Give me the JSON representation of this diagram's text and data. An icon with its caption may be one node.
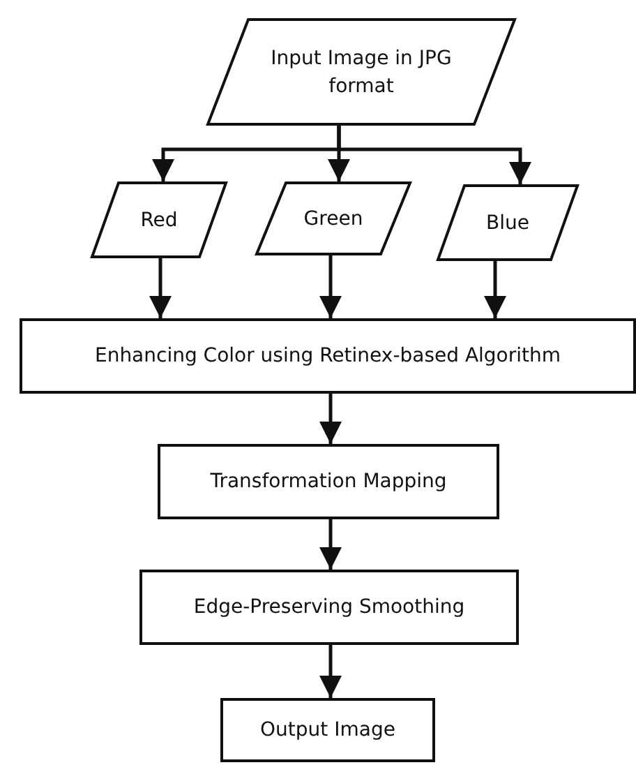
{
  "diagram": {
    "nodes": [
      {
        "text": [
          "Input Image in JPG format"
        ]
      },
      {
        "text": [
          "Red"
        ]
      },
      {
        "text": [
          "Green"
        ]
      },
      {
        "text": [
          "Blue"
        ]
      },
      {
        "text": [
          "Enhancing Color using Retinex-based Algorithm"
        ]
      },
      {
        "text": [
          "Transformation Mapping"
        ]
      },
      {
        "text": [
          "Edge-Preserving Smoothing"
        ]
      },
      {
        "text": [
          "Output Image"
        ]
      }
    ],
    "edges": [
      {
        "from": 0,
        "to": 1,
        "arrow": "to"
      },
      {
        "from": 0,
        "to": 2,
        "arrow": "to"
      },
      {
        "from": 0,
        "to": 3,
        "arrow": "to"
      },
      {
        "from": 1,
        "to": 4,
        "arrow": "to"
      },
      {
        "from": 2,
        "to": 4,
        "arrow": "to"
      },
      {
        "from": 3,
        "to": 4,
        "arrow": "to"
      },
      {
        "from": 4,
        "to": 5,
        "arrow": "to"
      },
      {
        "from": 5,
        "to": 6,
        "arrow": "to"
      },
      {
        "from": 6,
        "to": 7,
        "arrow": "to"
      }
    ]
  }
}
